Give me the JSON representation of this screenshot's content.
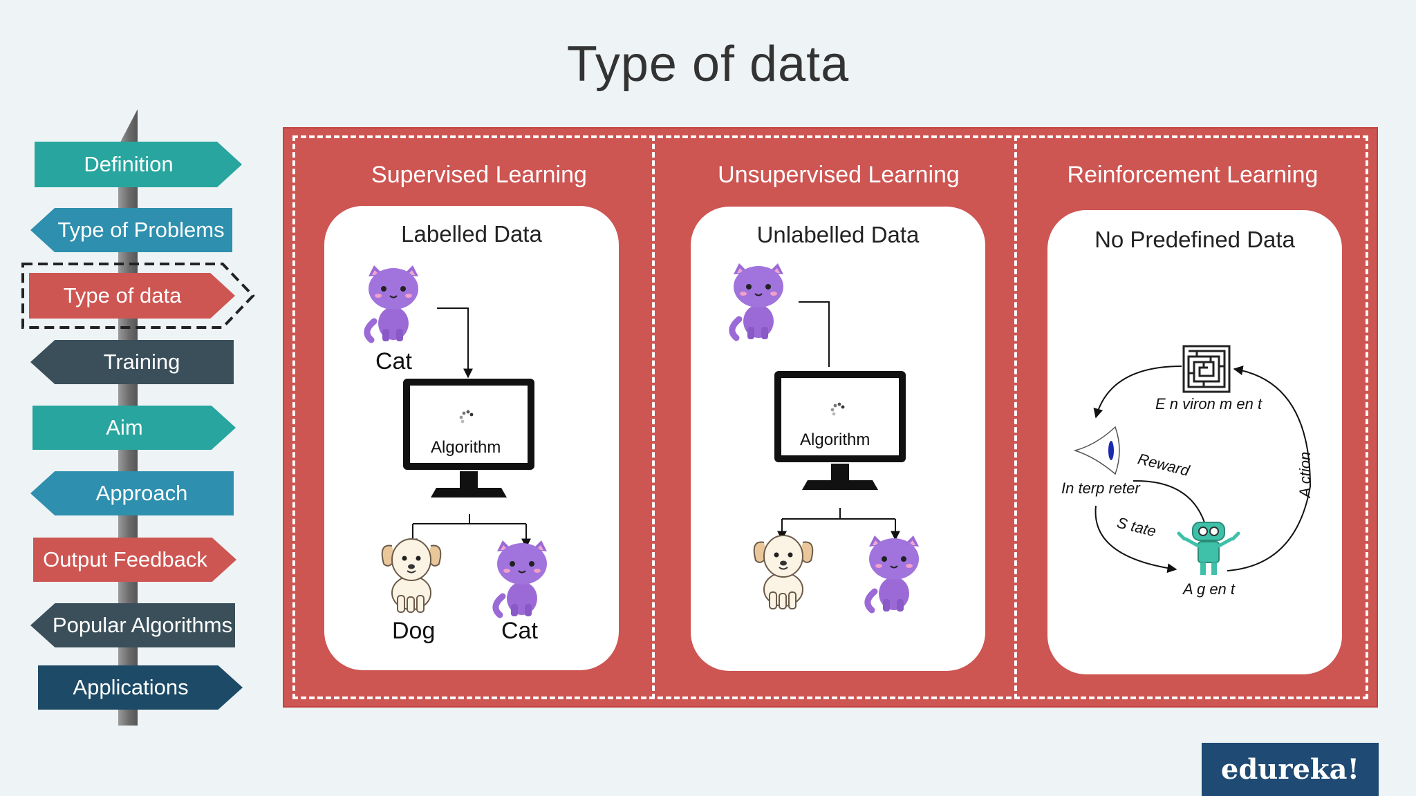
{
  "title": "Type of data",
  "nav": [
    {
      "label": "Definition",
      "color": "#27a59e"
    },
    {
      "label": "Type of Problems",
      "color": "#2e8fae"
    },
    {
      "label": "Type of data",
      "color": "#cd5552",
      "active": true
    },
    {
      "label": "Training",
      "color": "#3a4f5a"
    },
    {
      "label": "Aim",
      "color": "#27a59e"
    },
    {
      "label": "Approach",
      "color": "#2e8fae"
    },
    {
      "label": "Output Feedback",
      "color": "#cd5552"
    },
    {
      "label": "Popular Algorithms",
      "color": "#3a4f5a"
    },
    {
      "label": "Applications",
      "color": "#1d4a66"
    }
  ],
  "columns": {
    "supervised": {
      "title": "Supervised Learning",
      "card_title": "Labelled Data",
      "input_label": "Cat",
      "algorithm_label": "Algorithm",
      "output_labels": [
        "Dog",
        "Cat"
      ]
    },
    "unsupervised": {
      "title": "Unsupervised Learning",
      "card_title": "Unlabelled Data",
      "algorithm_label": "Algorithm"
    },
    "reinforcement": {
      "title": "Reinforcement Learning",
      "card_title": "No Predefined Data",
      "environment": "E n viron m en t",
      "interpreter": "In terp reter",
      "reward": "Reward",
      "state": "S tate",
      "action": "A ction",
      "agent": "A g en t"
    }
  },
  "logo": "edureka!"
}
